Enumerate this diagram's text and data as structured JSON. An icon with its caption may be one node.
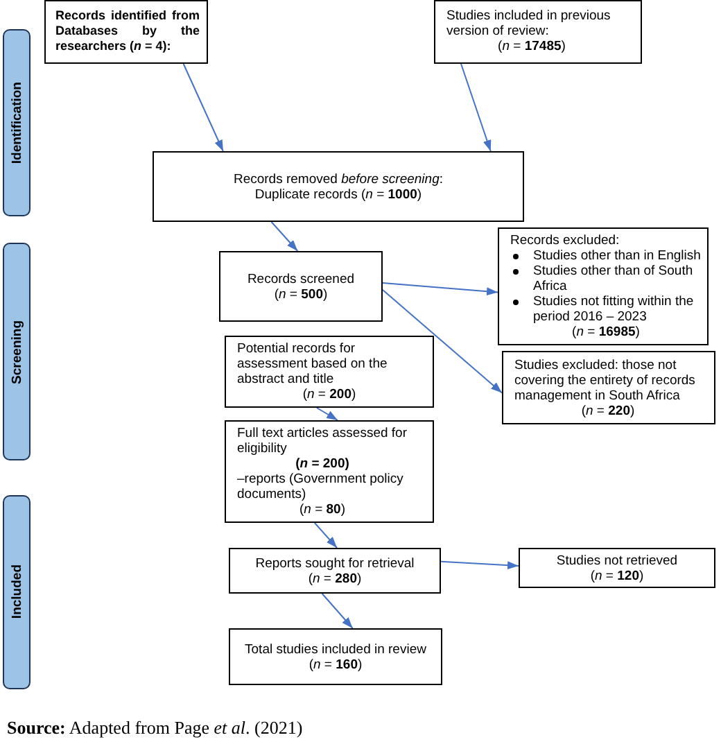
{
  "diagram": {
    "caption": "**Source:** Adapted from Page *et al*. (2021)",
    "nodes": [
      {
        "text": [
          "Identification"
        ]
      },
      {
        "text": [
          "Records identified from Databases by the researchers (*n* = 4):"
        ]
      },
      {
        "text": [
          "Studies included in previous version of review:",
          "(*n* = **17485**)"
        ]
      },
      {
        "text": [
          "Records removed *before screening*:",
          "Duplicate records (*n* = **1000**)"
        ]
      },
      {
        "text": [
          "Screening"
        ]
      },
      {
        "text": [
          "Records screened",
          "(*n* = **500**)"
        ]
      },
      {
        "text": [
          "Records excluded:",
          "Studies other than in English",
          "Studies other than of South Africa",
          "Studies not fitting within the period 2016 – 2023",
          "(*n* = **16985**)"
        ]
      },
      {
        "text": [
          "Potential records for assessment based on the abstract and title",
          "(*n* = **200**)"
        ]
      },
      {
        "text": [
          "Studies excluded: those not covering the entirety of records management in South Africa",
          "(*n* = **220**)"
        ]
      },
      {
        "text": [
          "Full text articles assessed for eligibility",
          "(*n* = 200)",
          "–reports (Government policy documents)",
          "(*n* = **80**)"
        ]
      },
      {
        "text": [
          "Included"
        ]
      },
      {
        "text": [
          "Reports sought for retrieval",
          "(*n* = **280**)"
        ]
      },
      {
        "text": [
          "Studies not retrieved",
          "(*n* = **120**)"
        ]
      },
      {
        "text": [
          "Total studies included in review",
          "(*n* = **160**)"
        ]
      }
    ],
    "edges": [
      {
        "from": 1,
        "to": 3,
        "arrow": "to"
      },
      {
        "from": 2,
        "to": 3,
        "arrow": "to"
      },
      {
        "from": 3,
        "to": 5,
        "arrow": "to"
      },
      {
        "from": 5,
        "to": 6,
        "arrow": "to"
      },
      {
        "from": 5,
        "to": 8,
        "arrow": "to"
      },
      {
        "from": 7,
        "to": 9,
        "arrow": "to"
      },
      {
        "from": 9,
        "to": 11,
        "arrow": "to"
      },
      {
        "from": 11,
        "to": 12,
        "arrow": "to"
      },
      {
        "from": 11,
        "to": 13,
        "arrow": "to"
      }
    ]
  }
}
